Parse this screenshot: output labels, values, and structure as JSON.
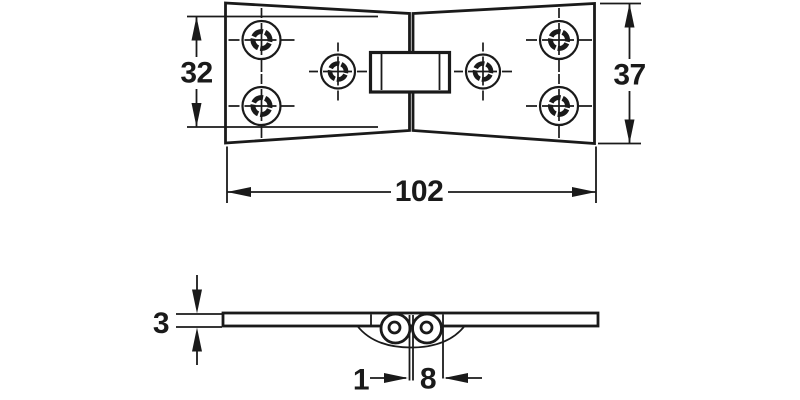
{
  "drawing": {
    "subject": "counter-flap-hinge-technical-drawing",
    "colors": {
      "line": "#1a1a1a",
      "background": "#ffffff"
    },
    "top_view": {
      "dim_center_height": {
        "label": "32"
      },
      "dim_outer_height": {
        "label": "37"
      },
      "dim_overall_width": {
        "label": "102"
      }
    },
    "side_view": {
      "dim_material_thickness": {
        "label": "3"
      },
      "dim_leaf_gap": {
        "label": "1"
      },
      "dim_knuckle_diameter": {
        "label": "8"
      }
    }
  }
}
